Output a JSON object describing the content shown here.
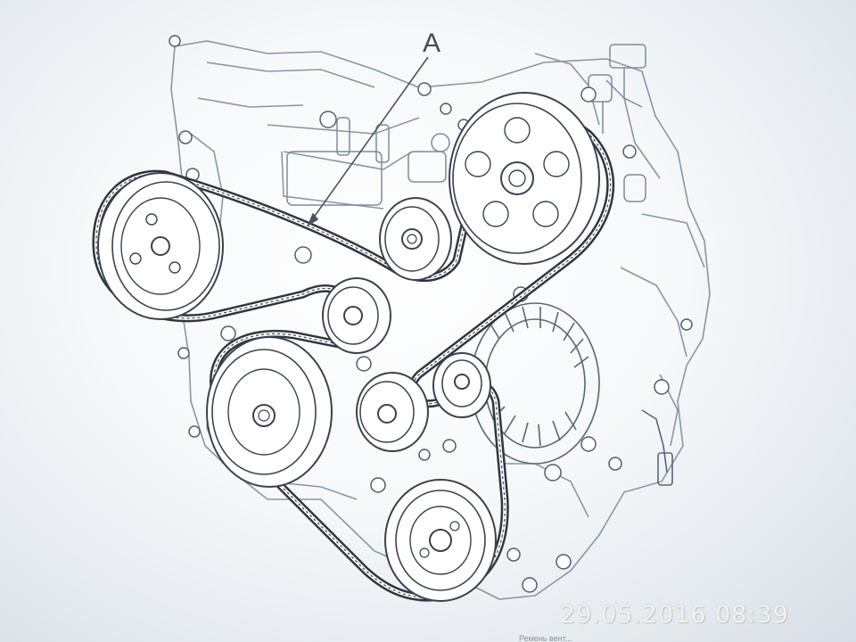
{
  "diagram": {
    "callout_label": "A",
    "components": [
      "belt",
      "power-steering-pump-pulley",
      "water-pump-pulley",
      "idler-pulley-top",
      "idler-pulley-middle",
      "crankshaft-pulley",
      "tensioner-pulley",
      "alternator-pulley",
      "ac-compressor-pulley",
      "alternator"
    ],
    "colors": {
      "line": "#5b6674",
      "belt": "#2f3640",
      "background": "#f4f6f8"
    }
  },
  "photo": {
    "timestamp": "29.05.2016  08:39",
    "caption": "Ремень вент..."
  }
}
